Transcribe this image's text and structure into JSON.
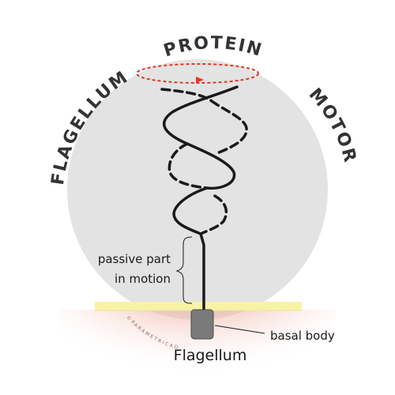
{
  "title_arc": {
    "left": "FLAGELLUM",
    "top": "PROTEIN",
    "right": "MOTOR"
  },
  "labels": {
    "passive_line1": "passive part",
    "passive_line2": "in motion",
    "basal_body": "basal body",
    "flagellum": "Flagellum"
  },
  "watermark": "©PARAMETRICAD",
  "colors": {
    "circle": "#e3e3e3",
    "flagellum": "#1a1a1a",
    "rotation_ring": "#e03a1f",
    "membrane": "#f7f3a6",
    "cell_tint": "#e9a28f",
    "basal_body": "#7a7a7a",
    "arc_text": "#333333"
  }
}
